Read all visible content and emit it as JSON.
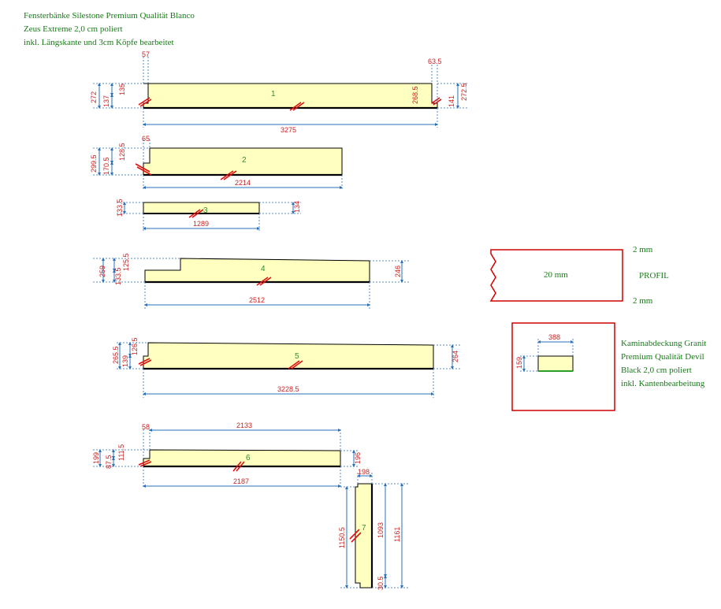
{
  "header": {
    "lines": [
      "Fensterbänke Silestone Premium Qualität Blanco",
      "Zeus Extreme 2,0 cm poliert",
      "inkl. Längskante und 3cm Köpfe bearbeitet"
    ]
  },
  "pieces": [
    {
      "id": "piece-1",
      "number": "1",
      "dims": {
        "length": "3275",
        "left_notch_w": "57",
        "right_notch_w": "63.5",
        "left_total": "272",
        "left_notch_depth": "135",
        "left_rest": "137",
        "right_total": "272.5",
        "right_notch_depth": "268.5",
        "right_rest": "141"
      }
    },
    {
      "id": "piece-2",
      "number": "2",
      "dims": {
        "length": "2214",
        "left_notch_w": "65",
        "left_total": "299.5",
        "left_notch_depth": "128.5",
        "left_rest": "170.5"
      }
    },
    {
      "id": "piece-3",
      "number": "3",
      "dims": {
        "length": "1289",
        "left_total": "133.5",
        "right_total": "134"
      }
    },
    {
      "id": "piece-4",
      "number": "4",
      "dims": {
        "length": "2512",
        "left_total": "259",
        "left_step": "125.5",
        "left_rest": "133.5",
        "right_total": "246"
      }
    },
    {
      "id": "piece-5",
      "number": "5",
      "dims": {
        "length": "3228.5",
        "left_total": "265.5",
        "left_notch_depth": "126.5",
        "left_rest": "139",
        "right_total": "264"
      }
    },
    {
      "id": "piece-6",
      "number": "6",
      "dims": {
        "top_length": "2133",
        "bottom_length": "2187",
        "left_notch_w": "58",
        "left_total": "199",
        "left_notch_depth": "111.5",
        "left_rest": "87.5",
        "right_total": "196"
      }
    },
    {
      "id": "piece-7",
      "number": "7",
      "dims": {
        "width": "198",
        "left_length": "1150.5",
        "inner_length": "1093",
        "right_length": "1161",
        "notch": "30.5"
      }
    }
  ],
  "profile": {
    "thickness": "20 mm",
    "top_edge": "2 mm",
    "bottom_edge": "2 mm",
    "label": "PROFIL"
  },
  "fireplace": {
    "width": "388",
    "depth": "159",
    "lines": [
      "Kaminabdeckung Granit",
      "Premium Qualität Devil",
      "Black 2,0 cm poliert",
      "inkl. Kantenbearbeitung"
    ]
  },
  "colors": {
    "stone_fill": "#ffffc0",
    "outline": "#000000",
    "dimension_line": "#2a6fb8",
    "dimension_text": "#cc2222",
    "number_text": "#2f8f2f",
    "note_text": "#1a7a1a",
    "frame_red": "#d00000",
    "slash_red": "#e01010",
    "green_edge": "#2aa02a"
  }
}
